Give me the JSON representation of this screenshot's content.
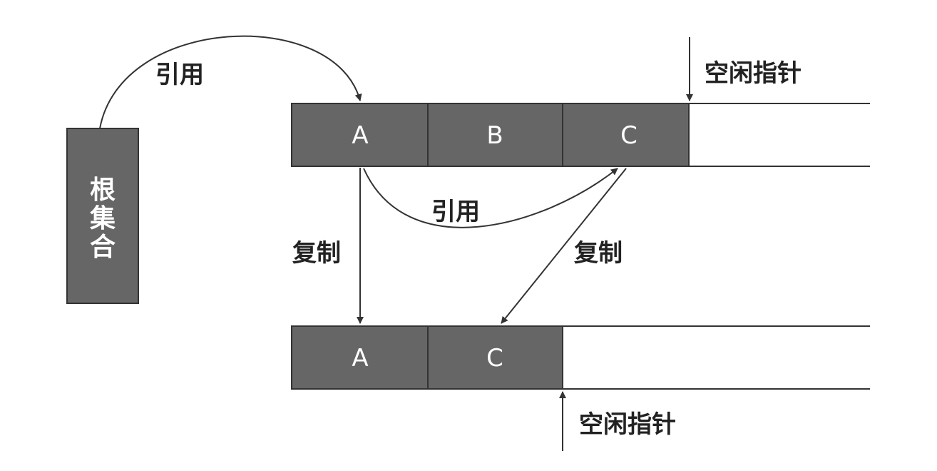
{
  "colors": {
    "cell_fill": "#666666",
    "cell_stroke": "#333333",
    "line": "#333333",
    "text_dark": "#222222",
    "text_light": "#ffffff"
  },
  "root_set": {
    "chars": [
      "根",
      "集",
      "合"
    ]
  },
  "from_space": {
    "cells": [
      "A",
      "B",
      "C"
    ]
  },
  "to_space": {
    "cells": [
      "A",
      "C"
    ]
  },
  "labels": {
    "ref_root": "引用",
    "ref_ac": "引用",
    "copy_a": "复制",
    "copy_c": "复制",
    "free_ptr_top": "空闲指针",
    "free_ptr_bottom": "空闲指针"
  }
}
